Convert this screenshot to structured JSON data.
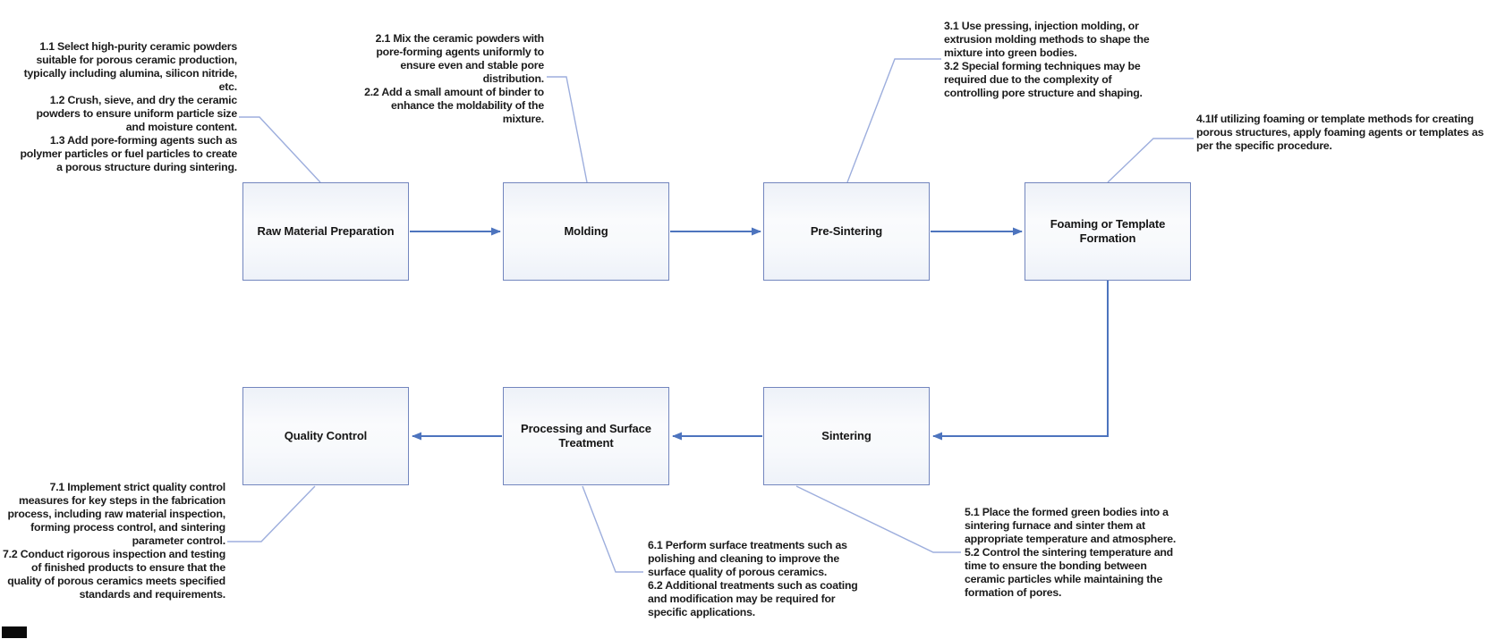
{
  "diagram": {
    "type": "flowchart",
    "subject": "Porous ceramic fabrication process",
    "nodes": [
      {
        "id": "raw-material-preparation",
        "label": "Raw Material Preparation"
      },
      {
        "id": "molding",
        "label": "Molding"
      },
      {
        "id": "pre-sintering",
        "label": "Pre-Sintering"
      },
      {
        "id": "foaming-or-template-formation",
        "label": "Foaming or Template Formation"
      },
      {
        "id": "sintering",
        "label": "Sintering"
      },
      {
        "id": "processing-and-surface-treatment",
        "label": "Processing and Surface Treatment"
      },
      {
        "id": "quality-control",
        "label": "Quality Control"
      }
    ],
    "flow": [
      "Raw Material Preparation -> Molding",
      "Molding -> Pre-Sintering",
      "Pre-Sintering -> Foaming or Template Formation",
      "Foaming or Template Formation -> Sintering",
      "Sintering -> Processing and Surface Treatment",
      "Processing and Surface Treatment -> Quality Control"
    ],
    "annotations": [
      {
        "for": "raw-material-preparation",
        "items": [
          "1.1 Select high-purity ceramic powders suitable for porous ceramic production, typically including alumina, silicon nitride, etc.",
          "1.2 Crush, sieve, and dry the ceramic powders to ensure uniform particle size and moisture content.",
          "1.3 Add pore-forming agents such as polymer particles or fuel particles to create a porous structure during sintering."
        ]
      },
      {
        "for": "molding",
        "items": [
          "2.1 Mix the ceramic powders with pore-forming agents uniformly to ensure even and stable pore distribution.",
          "2.2 Add a small amount of binder to enhance the moldability of the mixture."
        ]
      },
      {
        "for": "pre-sintering",
        "items": [
          "3.1 Use pressing, injection molding, or extrusion molding methods to shape the mixture into green bodies.",
          "3.2 Special forming techniques may be required due to the complexity of controlling pore structure and shaping."
        ]
      },
      {
        "for": "foaming-or-template-formation",
        "items": [
          "4.1If utilizing foaming or template methods for creating porous structures, apply foaming agents or templates as per the specific procedure."
        ]
      },
      {
        "for": "sintering",
        "items": [
          "5.1 Place the formed green bodies into a sintering furnace and sinter them at appropriate temperature and atmosphere.",
          "5.2 Control the sintering temperature and time to ensure the bonding between ceramic particles while maintaining the formation of pores."
        ]
      },
      {
        "for": "processing-and-surface-treatment",
        "items": [
          "6.1 Perform surface treatments such as polishing and cleaning to improve the surface quality of porous ceramics.",
          "6.2 Additional treatments such as coating and modification may be required for specific applications."
        ]
      },
      {
        "for": "quality-control",
        "items": [
          "7.1 Implement strict quality control measures for key steps in the fabrication process, including raw material inspection, forming process control, and sintering parameter control.",
          "7.2 Conduct rigorous inspection and testing of finished products to ensure that the quality of porous ceramics meets specified standards and requirements."
        ]
      }
    ],
    "colors": {
      "node_border": "#7386be",
      "node_fill_top": "#edf1f8",
      "node_fill_bottom": "#eef2f9",
      "arrow": "#4d74be",
      "callout_line": "#9daedd",
      "text": "#1b1b1b",
      "background": "#ffffff"
    }
  }
}
